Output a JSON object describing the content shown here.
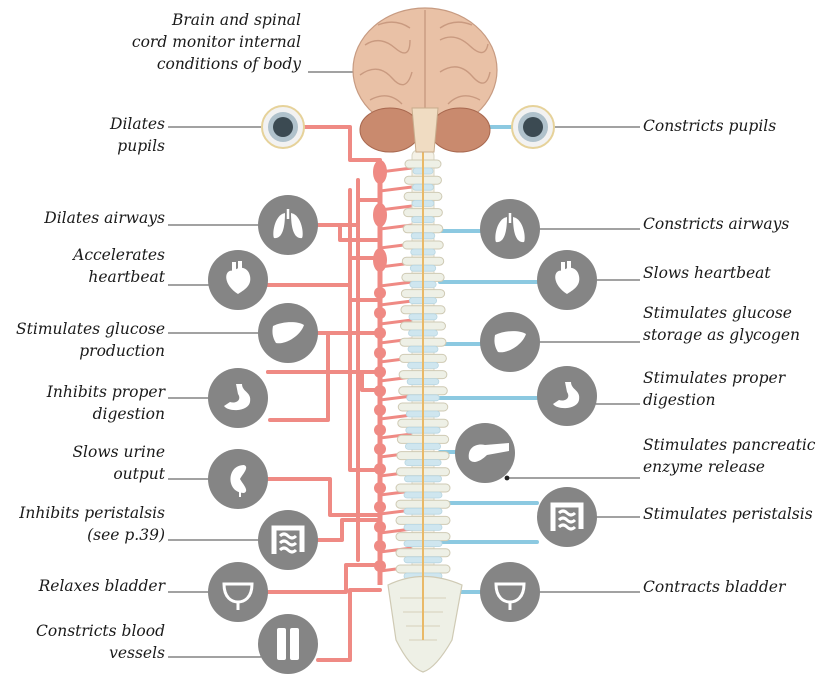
{
  "center_label": "Brain and spinal\ncord monitor internal\nconditions of body",
  "colors": {
    "sympathetic": "#ef8a84",
    "parasympathetic": "#8cc9e1",
    "organ_bg": "#858585",
    "organ_glyph": "#ffffff",
    "leader": "#444444",
    "bone": "#eef0e6",
    "brain": "#e9c1a6"
  },
  "left": [
    {
      "organ": "eye-icon",
      "text": "Dilates\npupils"
    },
    {
      "organ": "lungs-icon",
      "text": "Dilates airways"
    },
    {
      "organ": "heart-icon",
      "text": "Accelerates\nheartbeat"
    },
    {
      "organ": "liver-icon",
      "text": "Stimulates glucose\nproduction"
    },
    {
      "organ": "stomach-icon",
      "text": "Inhibits proper\ndigestion"
    },
    {
      "organ": "kidney-icon",
      "text": "Slows urine\noutput"
    },
    {
      "organ": "intestines-icon",
      "text": "Inhibits peristalsis\n(see p.39)"
    },
    {
      "organ": "bladder-icon",
      "text": "Relaxes bladder"
    },
    {
      "organ": "blood-vessels-icon",
      "text": "Constricts blood\nvessels"
    }
  ],
  "right": [
    {
      "organ": "eye-icon",
      "text": "Constricts pupils"
    },
    {
      "organ": "lungs-icon",
      "text": "Constricts airways"
    },
    {
      "organ": "heart-icon",
      "text": "Slows heartbeat"
    },
    {
      "organ": "liver-icon",
      "text": "Stimulates glucose\nstorage as glycogen"
    },
    {
      "organ": "stomach-icon",
      "text": "Stimulates proper\ndigestion"
    },
    {
      "organ": "pancreas-icon",
      "text": "Stimulates pancreatic\nenzyme release"
    },
    {
      "organ": "intestines-icon",
      "text": "Stimulates peristalsis"
    },
    {
      "organ": "bladder-icon",
      "text": "Contracts bladder"
    }
  ]
}
